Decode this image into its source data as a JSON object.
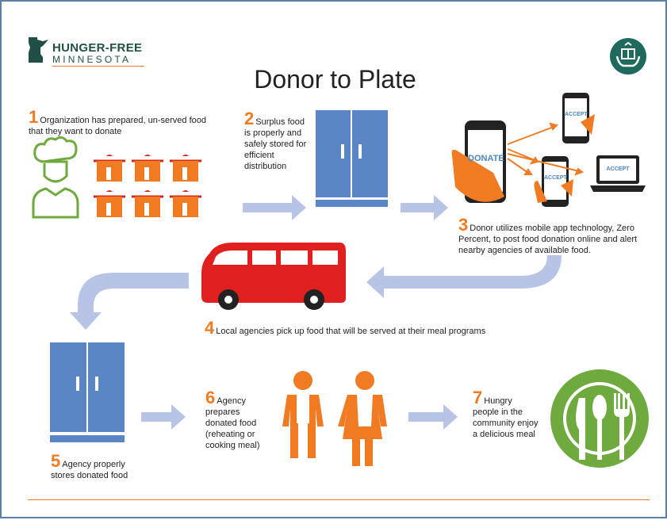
{
  "logo": {
    "line1": "HUNGER-FREE",
    "line2": "MINNESOTA"
  },
  "title": "Donor to Plate",
  "phone": {
    "donate_label": "DONATE",
    "accept_label": "ACCEPT"
  },
  "steps": [
    {
      "number": "1",
      "text": "Organization has prepared, un-served food that they want to donate"
    },
    {
      "number": "2",
      "text": "Surplus food is properly and safely stored for efficient distribution"
    },
    {
      "number": "3",
      "text": "Donor utilizes mobile app technology, Zero Percent, to post food donation online and alert nearby agencies of available food."
    },
    {
      "number": "4",
      "text": "Local agencies pick up food that will be served at their meal programs"
    },
    {
      "number": "5",
      "text": "Agency properly stores donated food"
    },
    {
      "number": "6",
      "text": "Agency prepares donated food (reheating or cooking meal)"
    },
    {
      "number": "7",
      "text": "Hungry people in the community enjoy a delicious meal"
    }
  ],
  "colors": {
    "orange": "#f07b22",
    "blue": "#5b86c6",
    "arrow": "#b8c4e6",
    "green": "#6faa3e",
    "red": "#e0201f",
    "teal": "#1f6a5c"
  },
  "icons": [
    "minnesota-map-icon",
    "donation-hands-icon",
    "chef-icon",
    "pot-icon",
    "refrigerator-icon",
    "smartphone-icon",
    "laptop-icon",
    "van-icon",
    "worker-icon",
    "plate-utensils-icon",
    "arrow-icon"
  ]
}
